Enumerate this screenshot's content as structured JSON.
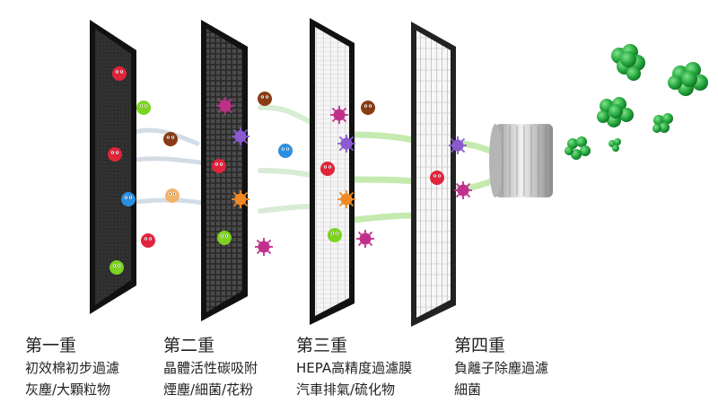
{
  "stages": [
    {
      "title": "第一重",
      "lines": [
        "初效棉初步過濾",
        "灰塵/大顆粒物"
      ]
    },
    {
      "title": "第二重",
      "lines": [
        "晶體活性碳吸附",
        "煙塵/細菌/花粉"
      ]
    },
    {
      "title": "第三重",
      "lines": [
        "HEPA高精度過濾膜",
        "汽車排氣/硫化物"
      ]
    },
    {
      "title": "第四重",
      "lines": [
        "負離子除塵過濾",
        "細菌"
      ]
    }
  ],
  "colors": {
    "frame": "#1a1a1a",
    "felt": "#2e2e2e",
    "carbon_mesh": "#3a3a3a",
    "hepa_panel": "#f2f2f2",
    "clean_air": "#2fb34a",
    "particle_red": "#e0243b",
    "particle_green": "#7ed321",
    "particle_blue": "#2a8fe0",
    "particle_orange": "#f08a24",
    "particle_brown": "#8a3b14",
    "particle_purple": "#c0308a",
    "arrow_grey": "#c8d3de",
    "arrow_green": "#bfe8a6"
  },
  "icons": [
    "pollutant-particle-icon",
    "clean-air-cluster-icon",
    "fan-cylinder-icon"
  ]
}
